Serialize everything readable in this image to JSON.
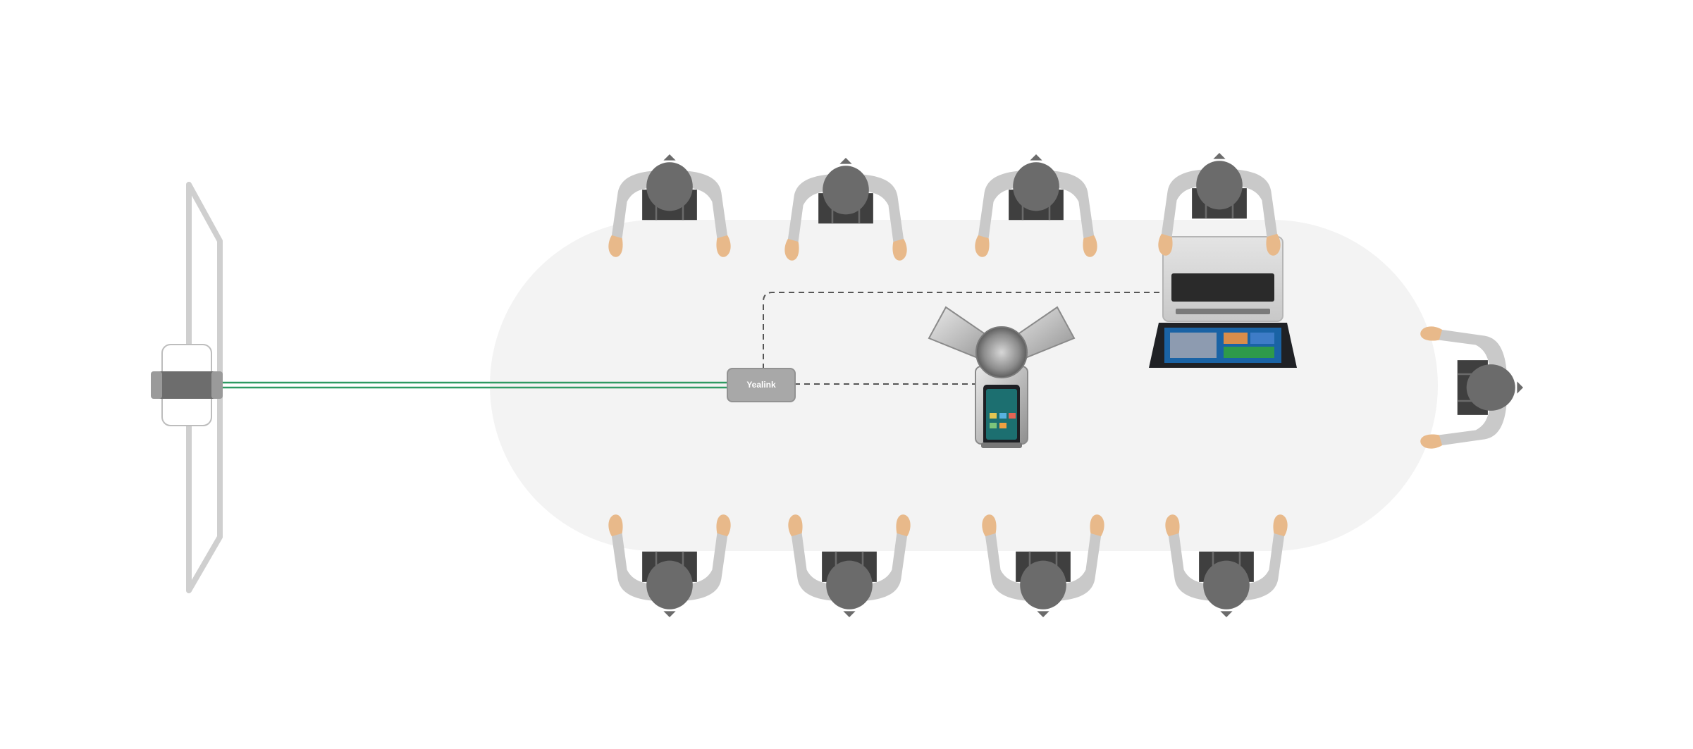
{
  "hub": {
    "brand_label": "Yealink"
  },
  "colors": {
    "background": "#ffffff",
    "table": "#f3f3f3",
    "person_arm": "#c9c9c9",
    "person_head": "#6b6b6b",
    "person_body": "#3f3f3f",
    "skin": "#e8b98a",
    "cable": "#2e9a62",
    "dashed_link": "#555555",
    "device_gray": "#a8a8a8"
  },
  "icons": {
    "display": "tv-display-icon",
    "camera": "camera-icon",
    "hub": "usb-hub-icon",
    "speakerphone": "conference-speakerphone-icon",
    "laptop": "laptop-icon",
    "person": "person-topdown-icon"
  },
  "people": {
    "top_row_count": 4,
    "bottom_row_count": 4,
    "head_of_table_count": 1
  }
}
